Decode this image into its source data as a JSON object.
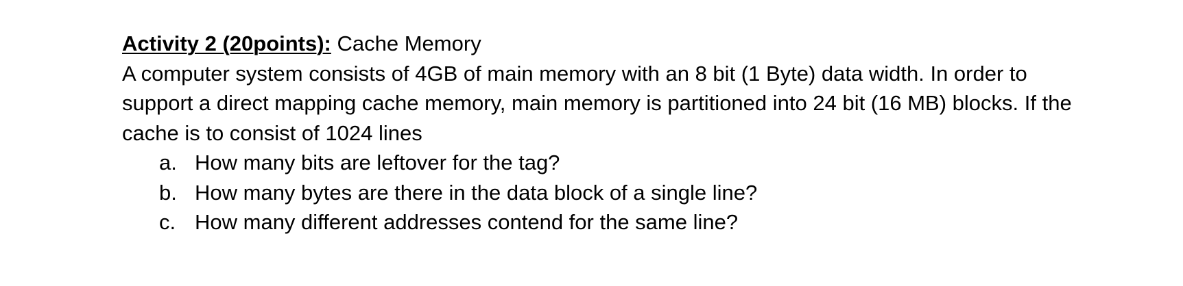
{
  "title": {
    "heading": "Activity 2 (20points):",
    "topic": "Cache Memory"
  },
  "body": "A computer system consists of 4GB of main memory with an 8 bit (1 Byte) data width. In order to support a direct mapping cache memory, main memory is partitioned into 24 bit (16 MB) blocks.  If the cache is to consist of 1024 lines",
  "questions": [
    {
      "letter": "a.",
      "text": "How many bits are leftover for the tag?"
    },
    {
      "letter": "b.",
      "text": "How many bytes are there in the data block of a single line?"
    },
    {
      "letter": "c.",
      "text": "How many different addresses contend for the same line?"
    }
  ]
}
